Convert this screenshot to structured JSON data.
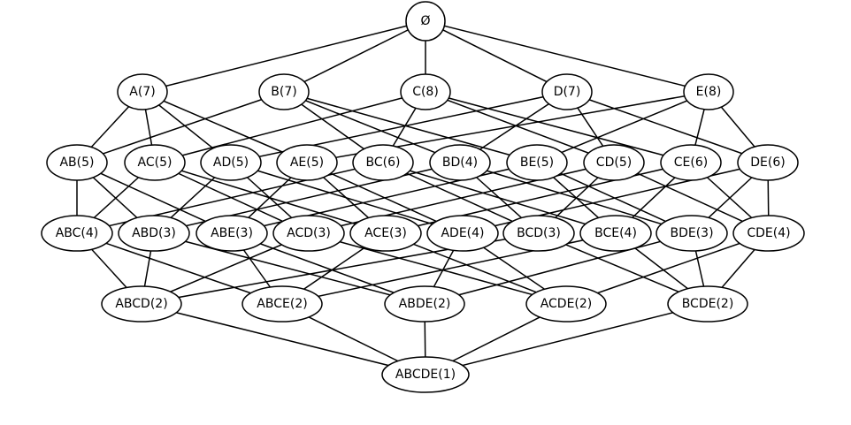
{
  "diagram": {
    "type": "itemset-lattice",
    "nodes": [
      {
        "id": "0",
        "label": "Ø"
      },
      {
        "id": "A",
        "label": "A(7)"
      },
      {
        "id": "B",
        "label": "B(7)"
      },
      {
        "id": "C",
        "label": "C(8)"
      },
      {
        "id": "D",
        "label": "D(7)"
      },
      {
        "id": "E",
        "label": "E(8)"
      },
      {
        "id": "AB",
        "label": "AB(5)"
      },
      {
        "id": "AC",
        "label": "AC(5)"
      },
      {
        "id": "AD",
        "label": "AD(5)"
      },
      {
        "id": "AE",
        "label": "AE(5)"
      },
      {
        "id": "BC",
        "label": "BC(6)"
      },
      {
        "id": "BD",
        "label": "BD(4)"
      },
      {
        "id": "BE",
        "label": "BE(5)"
      },
      {
        "id": "CD",
        "label": "CD(5)"
      },
      {
        "id": "CE",
        "label": "CE(6)"
      },
      {
        "id": "DE",
        "label": "DE(6)"
      },
      {
        "id": "ABC",
        "label": "ABC(4)"
      },
      {
        "id": "ABD",
        "label": "ABD(3)"
      },
      {
        "id": "ABE",
        "label": "ABE(3)"
      },
      {
        "id": "ACD",
        "label": "ACD(3)"
      },
      {
        "id": "ACE",
        "label": "ACE(3)"
      },
      {
        "id": "ADE",
        "label": "ADE(4)"
      },
      {
        "id": "BCD",
        "label": "BCD(3)"
      },
      {
        "id": "BCE",
        "label": "BCE(4)"
      },
      {
        "id": "BDE",
        "label": "BDE(3)"
      },
      {
        "id": "CDE",
        "label": "CDE(4)"
      },
      {
        "id": "ABCD",
        "label": "ABCD(2)"
      },
      {
        "id": "ABCE",
        "label": "ABCE(2)"
      },
      {
        "id": "ABDE",
        "label": "ABDE(2)"
      },
      {
        "id": "ACDE",
        "label": "ACDE(2)"
      },
      {
        "id": "BCDE",
        "label": "BCDE(2)"
      },
      {
        "id": "ABCDE",
        "label": "ABCDE(1)"
      }
    ],
    "edges": [
      [
        "0",
        "A"
      ],
      [
        "0",
        "B"
      ],
      [
        "0",
        "C"
      ],
      [
        "0",
        "D"
      ],
      [
        "0",
        "E"
      ],
      [
        "A",
        "AB"
      ],
      [
        "A",
        "AC"
      ],
      [
        "A",
        "AD"
      ],
      [
        "A",
        "AE"
      ],
      [
        "B",
        "AB"
      ],
      [
        "B",
        "BC"
      ],
      [
        "B",
        "BD"
      ],
      [
        "B",
        "BE"
      ],
      [
        "C",
        "AC"
      ],
      [
        "C",
        "BC"
      ],
      [
        "C",
        "CD"
      ],
      [
        "C",
        "CE"
      ],
      [
        "D",
        "AD"
      ],
      [
        "D",
        "BD"
      ],
      [
        "D",
        "CD"
      ],
      [
        "D",
        "DE"
      ],
      [
        "E",
        "AE"
      ],
      [
        "E",
        "BE"
      ],
      [
        "E",
        "CE"
      ],
      [
        "E",
        "DE"
      ],
      [
        "AB",
        "ABC"
      ],
      [
        "AB",
        "ABD"
      ],
      [
        "AB",
        "ABE"
      ],
      [
        "AC",
        "ABC"
      ],
      [
        "AC",
        "ACD"
      ],
      [
        "AC",
        "ACE"
      ],
      [
        "AD",
        "ABD"
      ],
      [
        "AD",
        "ACD"
      ],
      [
        "AD",
        "ADE"
      ],
      [
        "AE",
        "ABE"
      ],
      [
        "AE",
        "ACE"
      ],
      [
        "AE",
        "ADE"
      ],
      [
        "BC",
        "ABC"
      ],
      [
        "BC",
        "BCD"
      ],
      [
        "BC",
        "BCE"
      ],
      [
        "BD",
        "ABD"
      ],
      [
        "BD",
        "BCD"
      ],
      [
        "BD",
        "BDE"
      ],
      [
        "BE",
        "ABE"
      ],
      [
        "BE",
        "BCE"
      ],
      [
        "BE",
        "BDE"
      ],
      [
        "CD",
        "ACD"
      ],
      [
        "CD",
        "BCD"
      ],
      [
        "CD",
        "CDE"
      ],
      [
        "CE",
        "ACE"
      ],
      [
        "CE",
        "BCE"
      ],
      [
        "CE",
        "CDE"
      ],
      [
        "DE",
        "ADE"
      ],
      [
        "DE",
        "BDE"
      ],
      [
        "DE",
        "CDE"
      ],
      [
        "ABC",
        "ABCD"
      ],
      [
        "ABC",
        "ABCE"
      ],
      [
        "ABD",
        "ABCD"
      ],
      [
        "ABD",
        "ABDE"
      ],
      [
        "ABE",
        "ABCE"
      ],
      [
        "ABE",
        "ABDE"
      ],
      [
        "ACD",
        "ABCD"
      ],
      [
        "ACD",
        "ACDE"
      ],
      [
        "ACE",
        "ABCE"
      ],
      [
        "ACE",
        "ACDE"
      ],
      [
        "ADE",
        "ABDE"
      ],
      [
        "ADE",
        "ACDE"
      ],
      [
        "BCD",
        "ABCD"
      ],
      [
        "BCD",
        "BCDE"
      ],
      [
        "BCE",
        "ABCE"
      ],
      [
        "BCE",
        "BCDE"
      ],
      [
        "BDE",
        "ABDE"
      ],
      [
        "BDE",
        "BCDE"
      ],
      [
        "CDE",
        "ACDE"
      ],
      [
        "CDE",
        "BCDE"
      ],
      [
        "ABCD",
        "ABCDE"
      ],
      [
        "ABCE",
        "ABCDE"
      ],
      [
        "ABDE",
        "ABCDE"
      ],
      [
        "ACDE",
        "ABCDE"
      ],
      [
        "BCDE",
        "ABCDE"
      ]
    ]
  }
}
